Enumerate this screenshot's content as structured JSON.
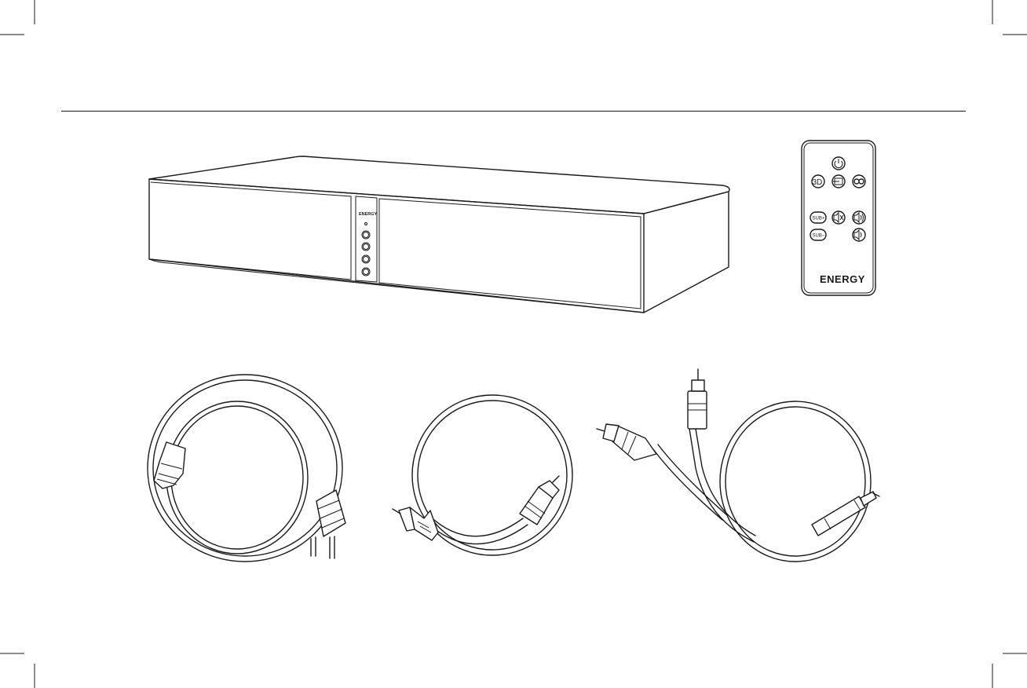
{
  "soundbase": {
    "brand_label": "ENERGY"
  },
  "remote": {
    "brand_label": "ENERGY",
    "buttons": {
      "power": "⏻",
      "three_d": "3D",
      "input": "⇥",
      "link": "∞",
      "sub_plus": "SUB+",
      "mute": "🔇",
      "vol_up": "🔊",
      "sub_minus": "SUB−",
      "vol_down": "🔉"
    }
  }
}
